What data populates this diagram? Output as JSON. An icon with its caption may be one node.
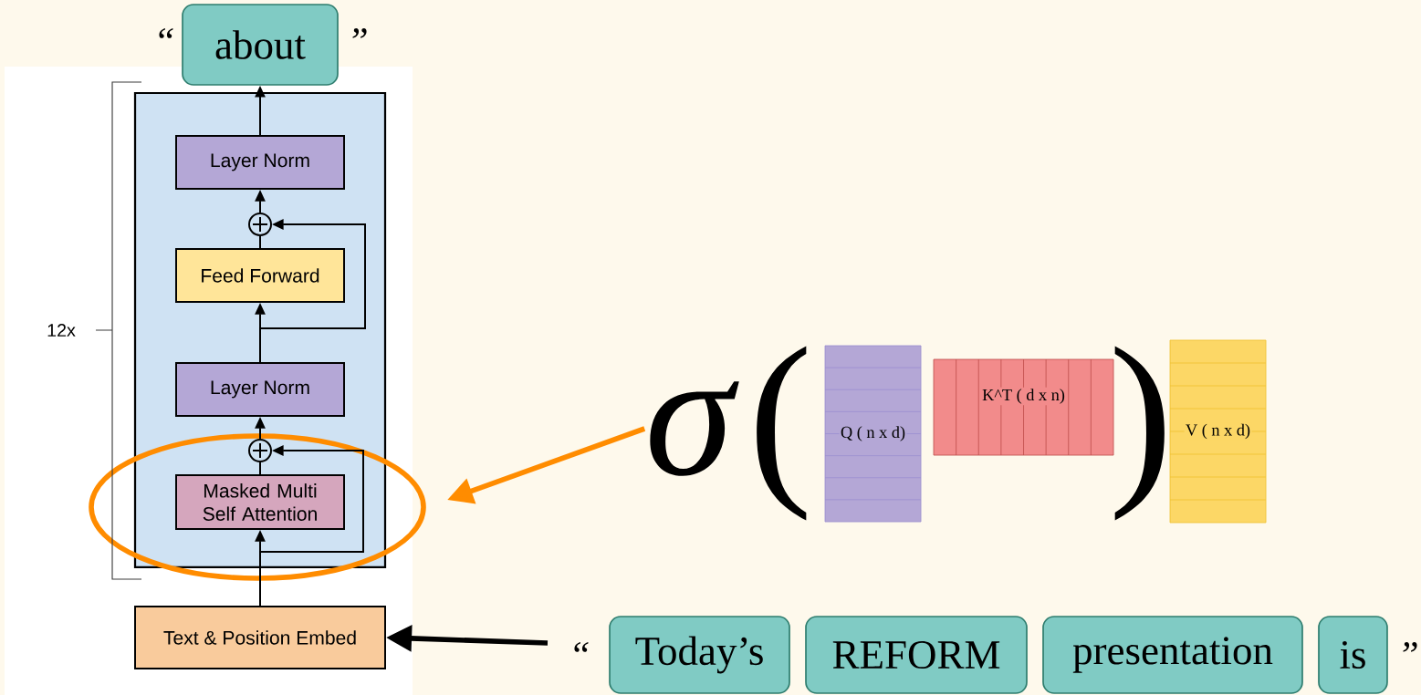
{
  "diagram": {
    "nodes": [
      {
        "text": [
          "about"
        ]
      },
      {
        "text": [],
        "shape": "box"
      },
      {
        "text": [
          "Layer Norm"
        ],
        "in": 1
      },
      {
        "text": [],
        "shape": "circle",
        "in": 1
      },
      {
        "text": [
          "Feed Forward"
        ],
        "in": 1
      },
      {
        "text": [
          "Layer Norm"
        ],
        "in": 1
      },
      {
        "text": [],
        "shape": "circle",
        "in": 1
      },
      {
        "text": [
          "Masked Multi Self Attention"
        ],
        "in": 1
      },
      {
        "text": [
          "Text & Position Embed"
        ]
      },
      {
        "text": [
          "σ"
        ]
      },
      {
        "text": [
          "Q ( n x d)"
        ]
      },
      {
        "text": [
          "K^T ( d x n)"
        ]
      },
      {
        "text": [
          "V ( n x d)"
        ]
      },
      {
        "text": [
          "Today’s"
        ]
      },
      {
        "text": [
          "REFORM"
        ]
      },
      {
        "text": [
          "presentation"
        ]
      },
      {
        "text": [
          "is"
        ]
      }
    ],
    "edges": [
      {
        "from": 2,
        "to": 0,
        "arrow": "to"
      },
      {
        "from": 3,
        "to": 2,
        "arrow": "to"
      },
      {
        "from": 4,
        "to": 3,
        "arrow": "none"
      },
      {
        "from": 5,
        "to": 4,
        "arrow": "to"
      },
      {
        "from": 5,
        "to": 3,
        "arrow": "to"
      },
      {
        "from": 6,
        "to": 5,
        "arrow": "to"
      },
      {
        "from": 7,
        "to": 6,
        "arrow": "none"
      },
      {
        "from": 8,
        "to": 7,
        "arrow": "to"
      },
      {
        "from": 8,
        "to": 6,
        "arrow": "to"
      },
      {
        "from": 9,
        "to": null,
        "arrow": "to",
        "style": "thick",
        "color": "#ff8c00"
      },
      {
        "from": null,
        "to": 8,
        "arrow": "to",
        "style": "thick"
      }
    ],
    "labels": [
      "“",
      "”",
      "12x",
      "(",
      ")",
      "“",
      "”"
    ]
  }
}
